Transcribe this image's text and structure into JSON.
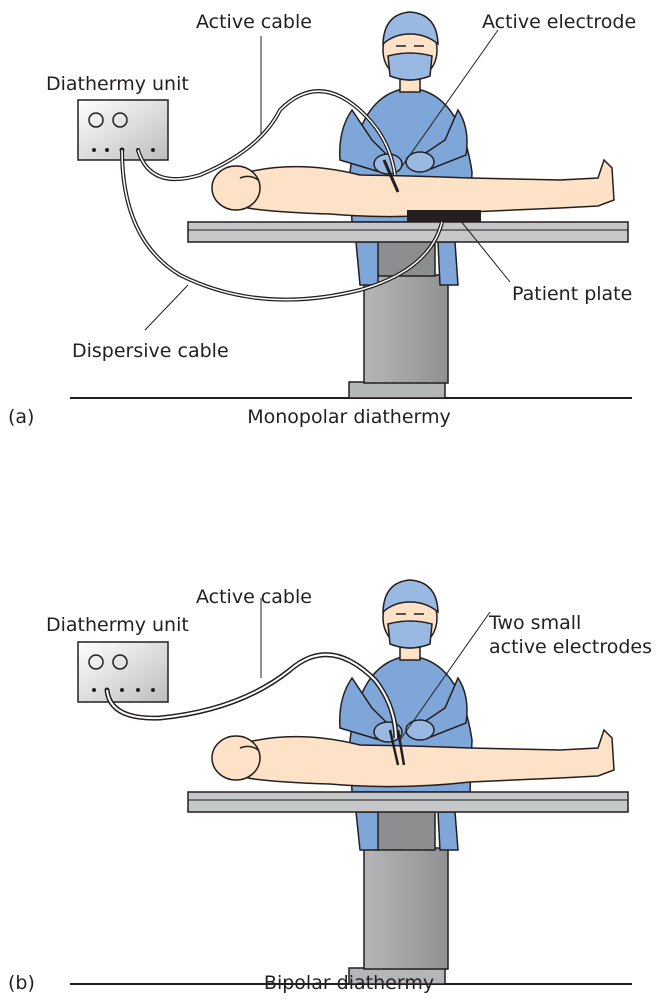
{
  "panel_a": {
    "tag": "(a)",
    "caption": "Monopolar diathermy",
    "labels": {
      "active_cable": "Active cable",
      "active_electrode": "Active electrode",
      "diathermy_unit": "Diathermy unit",
      "patient_plate": "Patient plate",
      "dispersive_cable": "Dispersive cable"
    }
  },
  "panel_b": {
    "tag": "(b)",
    "caption": "Bipolar diathermy",
    "labels": {
      "active_cable": "Active cable",
      "diathermy_unit": "Diathermy unit",
      "two_small_line1": "Two small",
      "two_small_line2": "active electrodes"
    }
  },
  "colors": {
    "gown": "#7ea6d8",
    "gown_dark": "#5f88c0",
    "glove": "#9ab9e2",
    "skin": "#fde2c8",
    "table": "#c6c7c9",
    "pedestal": "#9fa0a2",
    "unit_face": "#d4d5d7",
    "outline": "#231f20",
    "plate": "#231f20"
  }
}
